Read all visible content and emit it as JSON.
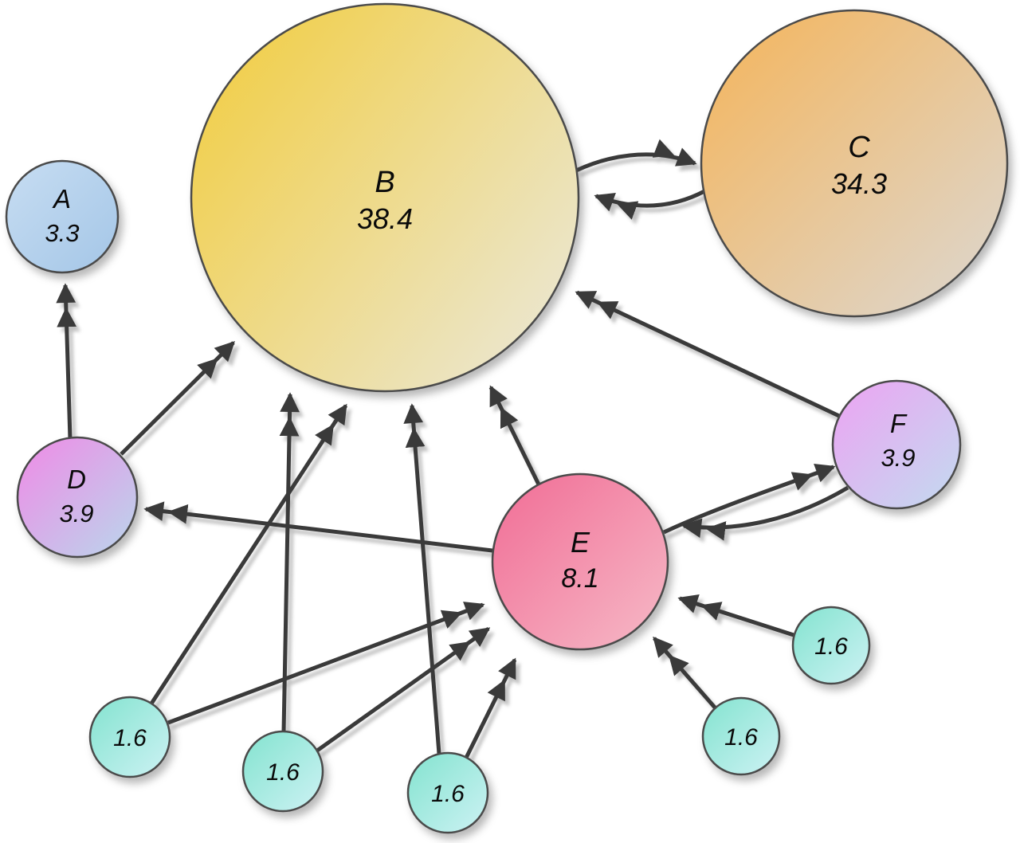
{
  "background_color": "#ffffff",
  "diagram": {
    "type": "directed-graph",
    "description": "PageRank example graph with weighted circular nodes and double-chevron arrows",
    "edge_color": "#3a3a3a",
    "node_stroke_color": "#4a4a4a",
    "nodes": {
      "A": {
        "label": "A",
        "value": "3.3",
        "color_start": "#c7ddf2",
        "color_end": "#a4c6e7"
      },
      "B": {
        "label": "B",
        "value": "38.4",
        "color_start": "#f2cc3b",
        "color_end": "#ebe6cd"
      },
      "C": {
        "label": "C",
        "value": "34.3",
        "color_start": "#f5b459",
        "color_end": "#dcd8d3"
      },
      "D": {
        "label": "D",
        "value": "3.9",
        "color_start": "#f08ae6",
        "color end_note": "",
        "color_end": "#b9d7ec"
      },
      "E": {
        "label": "E",
        "value": "8.1",
        "color_start": "#f16c95",
        "color_end": "#f6bac7"
      },
      "F": {
        "label": "F",
        "value": "3.9",
        "color_start": "#eda3f2",
        "color_end": "#c2dbf0"
      },
      "S1": {
        "value": "1.6"
      },
      "S2": {
        "value": "1.6"
      },
      "S3": {
        "value": "1.6"
      },
      "S4": {
        "value": "1.6"
      },
      "S5": {
        "value": "1.6"
      }
    },
    "small_node_colors": {
      "start": "#83e3cf",
      "end": "#cdf2f4"
    },
    "edges": [
      {
        "from": "D",
        "to": "A"
      },
      {
        "from": "D",
        "to": "B"
      },
      {
        "from": "B",
        "to": "C"
      },
      {
        "from": "C",
        "to": "B"
      },
      {
        "from": "E",
        "to": "B"
      },
      {
        "from": "E",
        "to": "D"
      },
      {
        "from": "E",
        "to": "F"
      },
      {
        "from": "F",
        "to": "B"
      },
      {
        "from": "F",
        "to": "E"
      },
      {
        "from": "S1",
        "to": "B"
      },
      {
        "from": "S1",
        "to": "E"
      },
      {
        "from": "S2",
        "to": "B"
      },
      {
        "from": "S2",
        "to": "E"
      },
      {
        "from": "S3",
        "to": "B"
      },
      {
        "from": "S3",
        "to": "E"
      },
      {
        "from": "S4",
        "to": "E"
      },
      {
        "from": "S5",
        "to": "E"
      }
    ]
  }
}
